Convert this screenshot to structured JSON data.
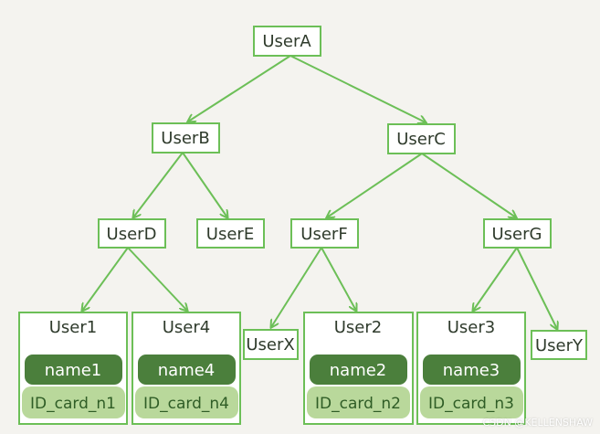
{
  "colors": {
    "background": "#f4f3ef",
    "border": "#6cbf57",
    "name_fill": "#4b7f3c",
    "id_fill": "#b9d89b",
    "text": "#2f3b2c"
  },
  "nodes": {
    "userA": "UserA",
    "userB": "UserB",
    "userC": "UserC",
    "userD": "UserD",
    "userE": "UserE",
    "userF": "UserF",
    "userG": "UserG",
    "userX": "UserX",
    "userY": "UserY"
  },
  "leaves": [
    {
      "title": "User1",
      "name": "name1",
      "id_card": "ID_card_n1"
    },
    {
      "title": "User4",
      "name": "name4",
      "id_card": "ID_card_n4"
    },
    {
      "title": "User2",
      "name": "name2",
      "id_card": "ID_card_n2"
    },
    {
      "title": "User3",
      "name": "name3",
      "id_card": "ID_card_n3"
    }
  ],
  "watermark": "CSDN @KELLENSHAW"
}
